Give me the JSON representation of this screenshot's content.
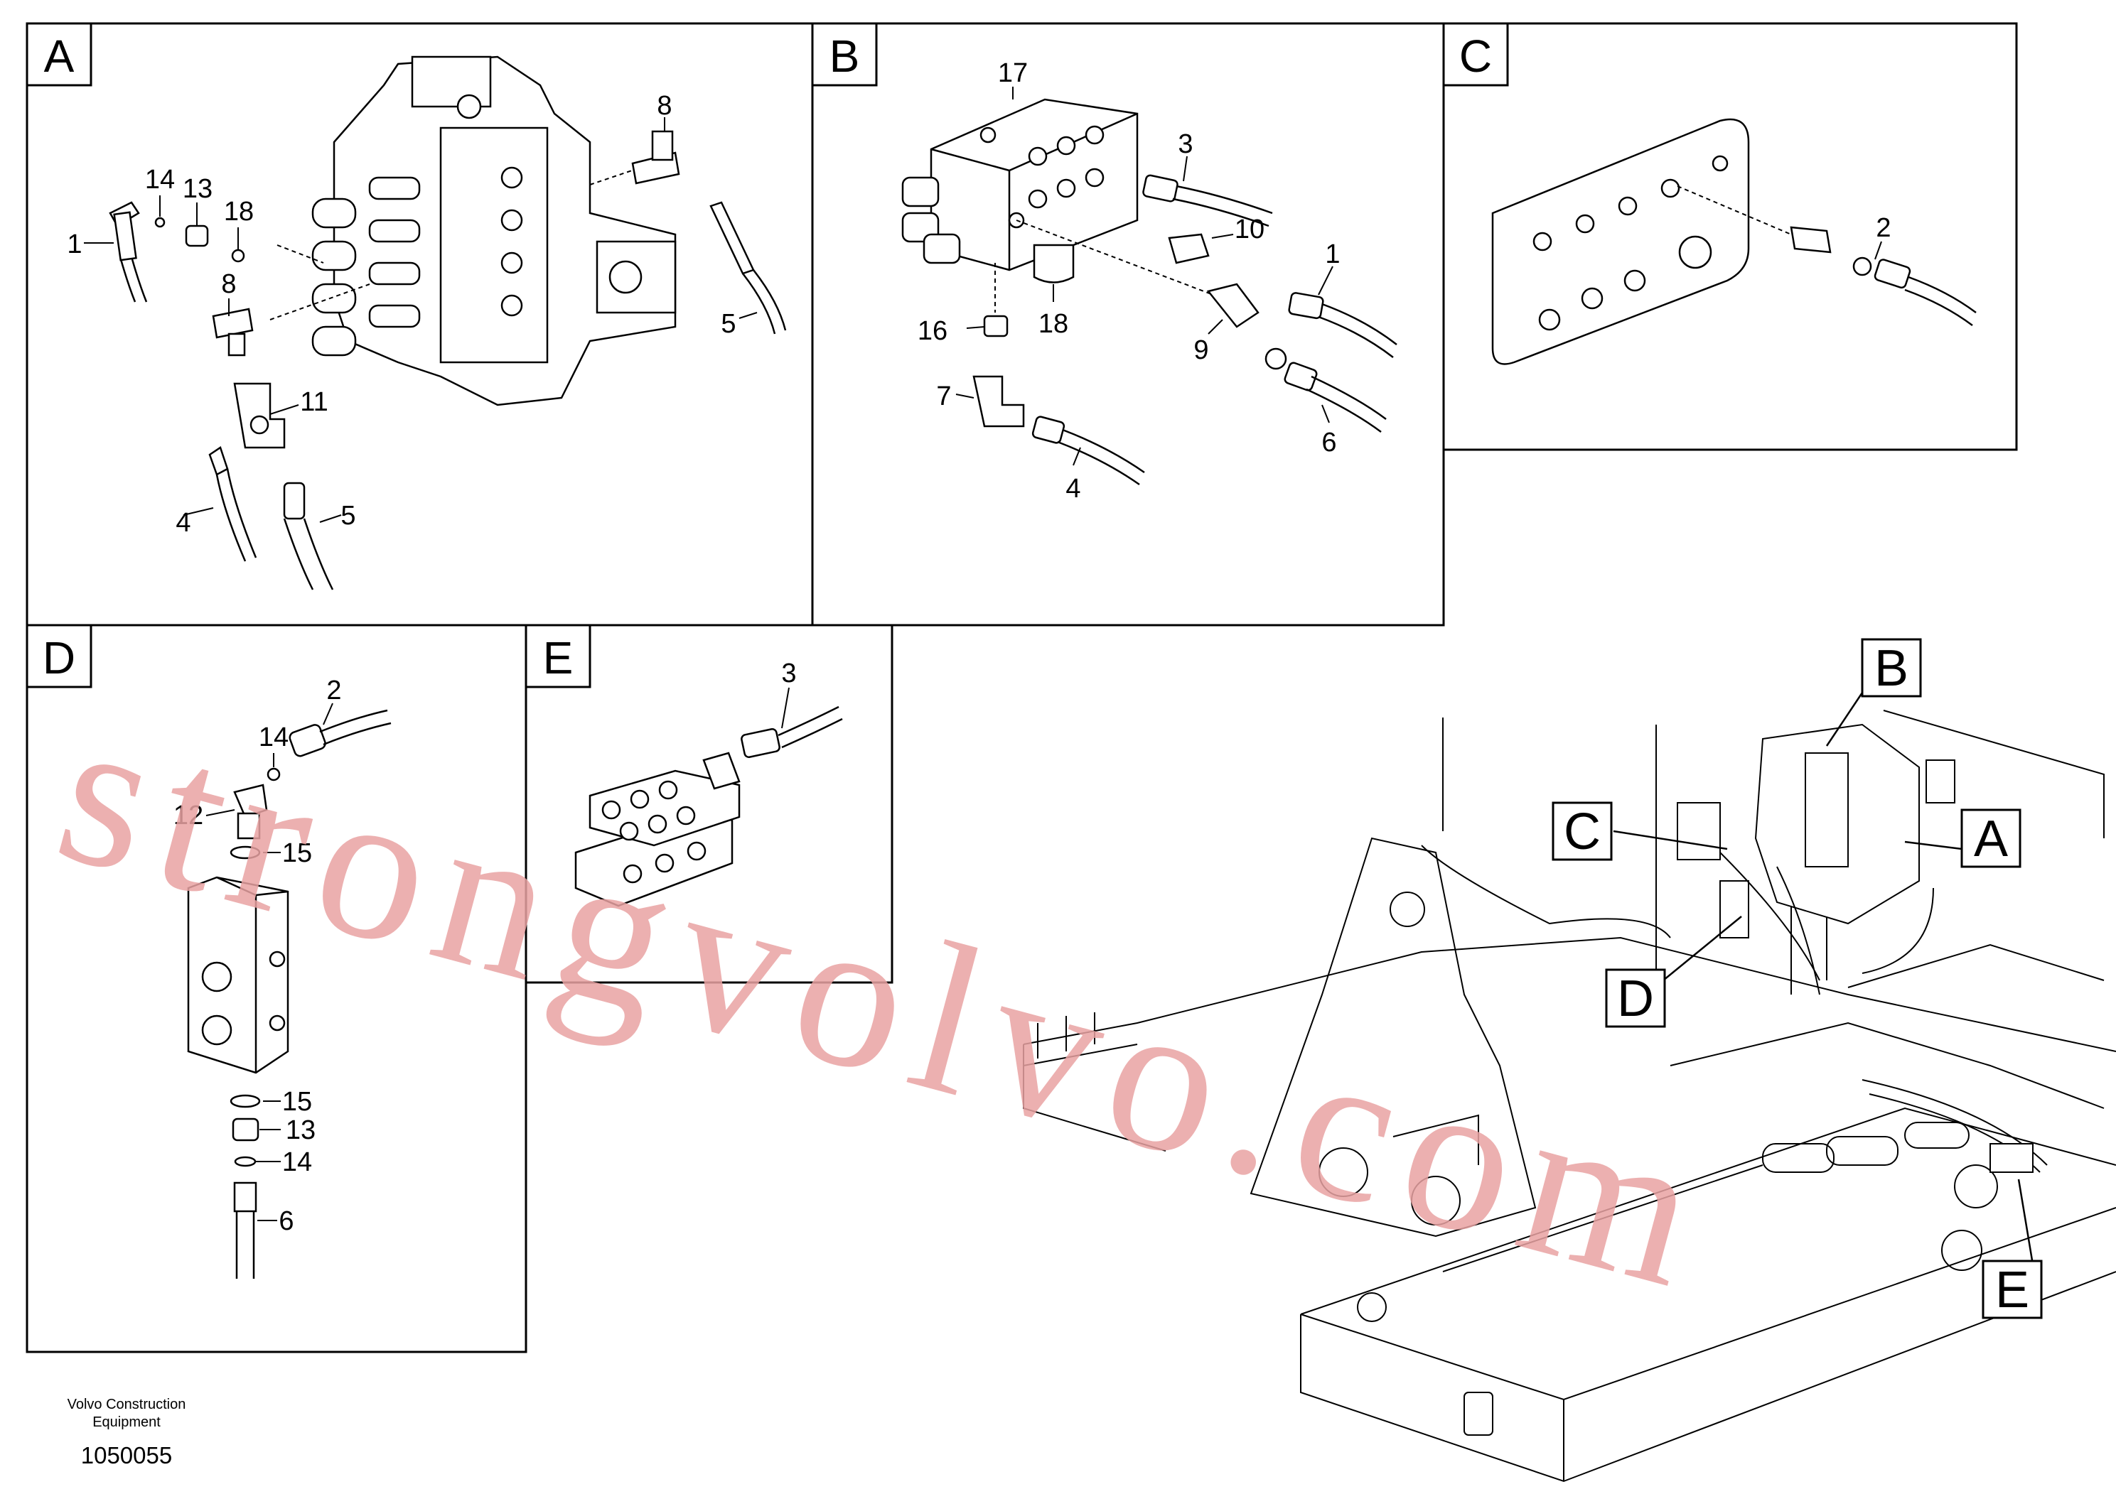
{
  "panels": [
    {
      "letter": "A",
      "parts": [
        "8",
        "14",
        "13",
        "18",
        "1",
        "8",
        "11",
        "4",
        "5",
        "5"
      ]
    },
    {
      "letter": "B",
      "parts": [
        "17",
        "3",
        "10",
        "1",
        "9",
        "16",
        "18",
        "7",
        "4",
        "6"
      ]
    },
    {
      "letter": "C",
      "parts": [
        "2"
      ]
    },
    {
      "letter": "D",
      "parts": [
        "2",
        "14",
        "12",
        "15",
        "15",
        "13",
        "14",
        "6"
      ]
    },
    {
      "letter": "E",
      "parts": [
        "3"
      ]
    }
  ],
  "overview_callouts": [
    "B",
    "C",
    "A",
    "D",
    "E"
  ],
  "watermark": "strongvolvo.com",
  "footer": {
    "line1": "Volvo Construction",
    "line2": "Equipment",
    "number": "1050055"
  }
}
